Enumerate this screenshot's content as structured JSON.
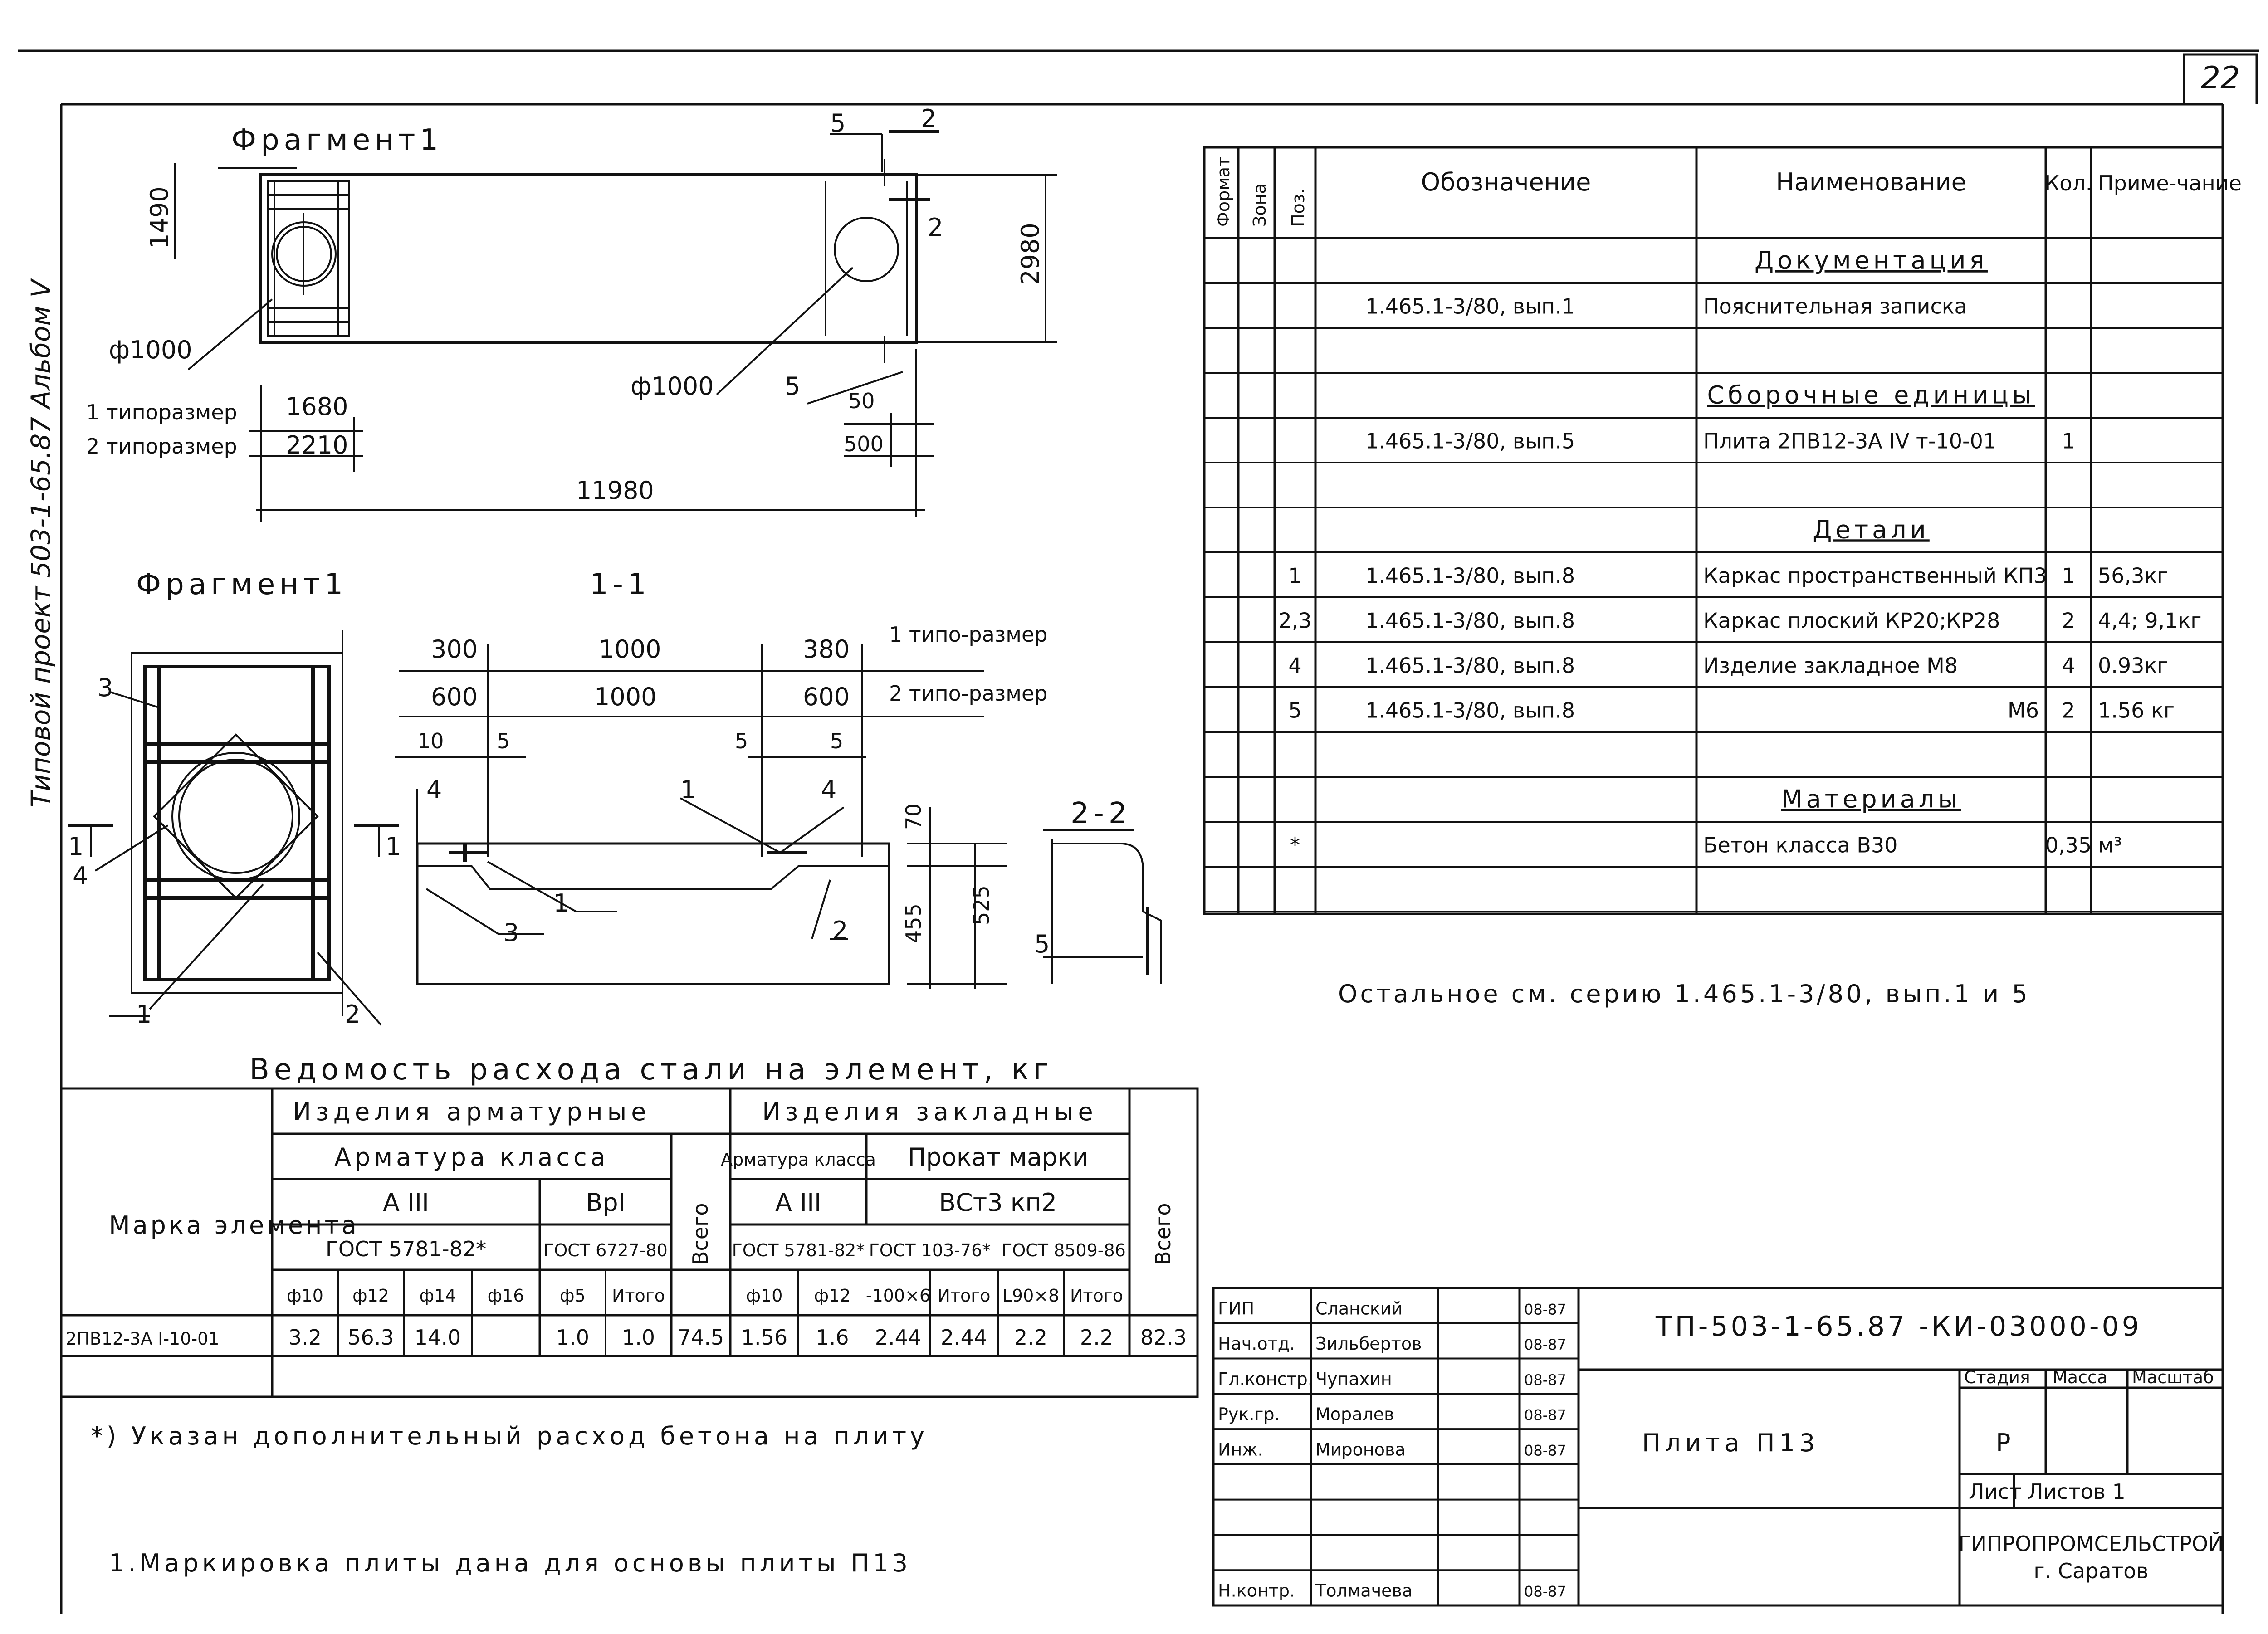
{
  "sheet": {
    "number": "22",
    "side_stamp": "Типовой проект 503-1-65.87 Альбом V"
  },
  "plan": {
    "title": "Фрагмент1",
    "dim_1490": "1490",
    "dim_2980": "2980",
    "phi_left": "ф1000",
    "phi_right": "ф1000",
    "label_5_top": "5",
    "label_2_top": "2",
    "label_2_side": "2",
    "label_5_mid": "5",
    "dim_50": "50",
    "dim_500": "500",
    "typo1_label": "1 типоразмер",
    "typo1_value": "1680",
    "typo2_label": "2 типоразмер",
    "typo2_value": "2210",
    "dim_total": "11980"
  },
  "fragment": {
    "title": "Фрагмент1",
    "callout_3": "3",
    "callout_4": "4",
    "callout_1": "1",
    "callout_2": "2",
    "cut_left": "1",
    "cut_right": "1"
  },
  "section11": {
    "title": "1-1",
    "d300": "300",
    "d1000a": "1000",
    "d380": "380",
    "typo1": "1 типо-размер",
    "d600a": "600",
    "d1000b": "1000",
    "d600b": "600",
    "typo2": "2 типо-размер",
    "d10": "10",
    "d5a": "5",
    "d5b": "5",
    "d5c": "5",
    "l4a": "4",
    "l1a": "1",
    "l4b": "4",
    "l3": "3",
    "l1b": "1",
    "l2": "2",
    "d70": "70",
    "d455": "455",
    "d525": "525"
  },
  "section22": {
    "title": "2-2",
    "l5": "5"
  },
  "spec": {
    "headers": [
      "Формат",
      "Зона",
      "Поз.",
      "Обозначение",
      "Наименование",
      "Кол.",
      "Приме-чание"
    ],
    "rows": [
      {
        "pos": "",
        "designation": "",
        "name": "Документация",
        "qty": "",
        "note": "",
        "section": true
      },
      {
        "pos": "",
        "designation": "1.465.1-3/80, вып.1",
        "name": "Пояснительная записка",
        "qty": "",
        "note": ""
      },
      {
        "pos": "",
        "designation": "",
        "name": "",
        "qty": "",
        "note": ""
      },
      {
        "pos": "",
        "designation": "",
        "name": "Сборочные единицы",
        "qty": "",
        "note": "",
        "section": true
      },
      {
        "pos": "",
        "designation": "1.465.1-3/80, вып.5",
        "name": "Плита 2ПВ12-3А IV т-10-01",
        "qty": "1",
        "note": ""
      },
      {
        "pos": "",
        "designation": "",
        "name": "",
        "qty": "",
        "note": ""
      },
      {
        "pos": "",
        "designation": "",
        "name": "Детали",
        "qty": "",
        "note": "",
        "section": true
      },
      {
        "pos": "1",
        "designation": "1.465.1-3/80, вып.8",
        "name": "Каркас пространственный КП3",
        "qty": "1",
        "note": "56,3кг"
      },
      {
        "pos": "2,3",
        "designation": "1.465.1-3/80, вып.8",
        "name": "Каркас плоский КР20;КР28",
        "qty": "2",
        "note": "4,4; 9,1кг"
      },
      {
        "pos": "4",
        "designation": "1.465.1-3/80, вып.8",
        "name": "Изделие закладное М8",
        "qty": "4",
        "note": "0.93кг"
      },
      {
        "pos": "5",
        "designation": "1.465.1-3/80, вып.8",
        "name": "М6",
        "qty": "2",
        "note": "1.56 кг"
      },
      {
        "pos": "",
        "designation": "",
        "name": "",
        "qty": "",
        "note": ""
      },
      {
        "pos": "",
        "designation": "",
        "name": "Материалы",
        "qty": "",
        "note": "",
        "section": true
      },
      {
        "pos": "*",
        "designation": "",
        "name": "Бетон класса В30",
        "qty": "0,35",
        "note": "м³"
      },
      {
        "pos": "",
        "designation": "",
        "name": "",
        "qty": "",
        "note": ""
      }
    ],
    "footnote": "Остальное см. серию 1.465.1-3/80, вып.1 и 5"
  },
  "steel": {
    "title": "Ведомость расхода стали на элемент, кг",
    "h_mark": "Марка элемента",
    "h_rebar": "Изделия арматурные",
    "h_embed": "Изделия закладные",
    "h_class": "Арматура класса",
    "h_aiii": "А III",
    "h_bpi": "ВрI",
    "h_total": "Всего",
    "h_class2": "Арматура класса",
    "h_rolled": "Прокат марки",
    "h_aiii2": "А III",
    "h_vst": "ВСт3 кп2",
    "h_total2": "Всего",
    "h_gost1": "ГОСТ 5781-82*",
    "h_gost2": "ГОСТ 6727-80",
    "h_gost3": "ГОСТ 5781-82*",
    "h_gost4": "ГОСТ 103-76*",
    "h_gost5": "ГОСТ 8509-86",
    "cols": [
      "ф10",
      "ф12",
      "ф14",
      "ф16",
      "ф5",
      "Итого",
      "ф10",
      "ф12",
      "-100×6",
      "Итого",
      "L90×8",
      "Итого"
    ],
    "row": {
      "mark": "2ПВ12-3А I-10-01",
      "values": [
        "3.2",
        "56.3",
        "14.0",
        "",
        "1.0",
        "1.0",
        "74.5",
        "1.56",
        "1.6",
        "2.44",
        "2.44",
        "2.2",
        "2.2",
        "82.3"
      ]
    }
  },
  "notes": {
    "asterisk": "*) Указан дополнительный расход бетона на плиту",
    "note1": "1.Маркировка плиты дана для основы плиты П13"
  },
  "title_block": {
    "code": "ТП-503-1-65.87 -КИ-03000-09",
    "sheet_name": "Плита П13",
    "stage_label": "Стадия",
    "mass_label": "Масса",
    "scale_label": "Масштаб",
    "stage": "Р",
    "sheet_label": "Лист",
    "sheets_label": "Листов 1",
    "org": "ГИПРОПРОМСЕЛЬСТРОЙ",
    "city": "г. Саратов",
    "people": [
      {
        "role": "ГИП",
        "name": "Сланский",
        "date": "08-87"
      },
      {
        "role": "Нач.отд.",
        "name": "Зильбертов",
        "date": "08-87"
      },
      {
        "role": "Гл.констр.",
        "name": "Чупахин",
        "date": "08-87"
      },
      {
        "role": "Рук.гр.",
        "name": "Моралев",
        "date": "08-87"
      },
      {
        "role": "Инж.",
        "name": "Миронова",
        "date": "08-87"
      },
      {
        "role": "",
        "name": "",
        "date": ""
      },
      {
        "role": "",
        "name": "",
        "date": ""
      },
      {
        "role": "",
        "name": "",
        "date": ""
      },
      {
        "role": "Н.контр.",
        "name": "Толмачева",
        "date": "08-87"
      }
    ]
  }
}
